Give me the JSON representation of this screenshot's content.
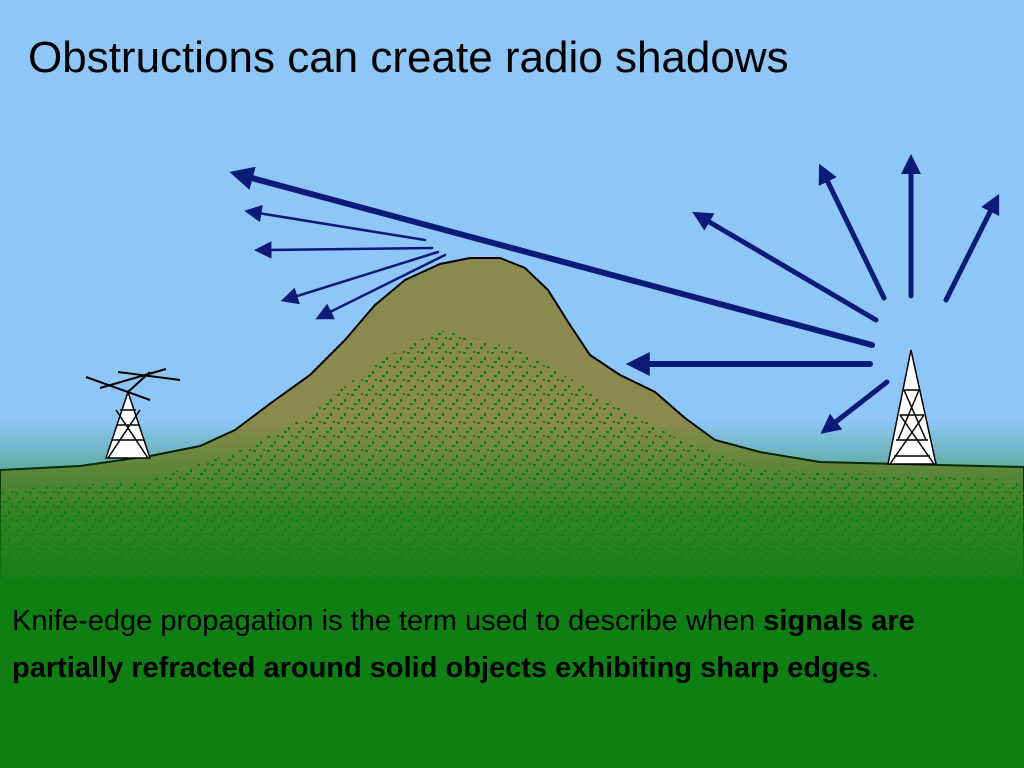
{
  "slide": {
    "title": "Obstructions can create radio shadows",
    "caption": {
      "lead": "Knife-edge propagation is the term used to describe when",
      "bold": "signals are partially refracted around solid objects exhibiting sharp edges",
      "tail": "."
    }
  },
  "colors": {
    "sky": "#8ec6f7",
    "hill": "#8b8a4e",
    "grass": "#0f7f14",
    "arrow": "#0c1b78",
    "outline": "#000000"
  }
}
